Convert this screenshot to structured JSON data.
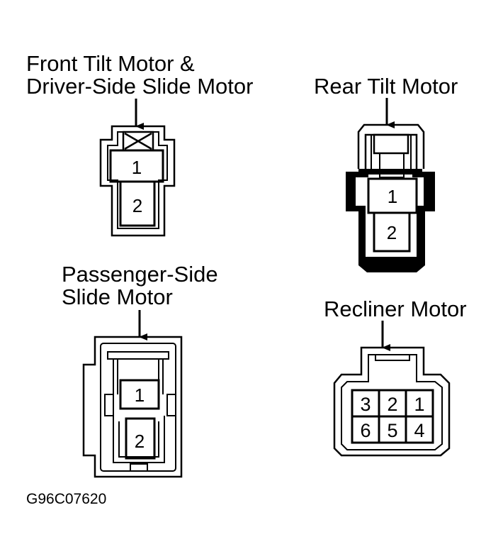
{
  "connectors": {
    "front_tilt": {
      "label_line1": "Front Tilt Motor &",
      "label_line2": "Driver-Side Slide Motor",
      "pins": [
        "1",
        "2"
      ]
    },
    "rear_tilt": {
      "label": "Rear Tilt Motor",
      "pins": [
        "1",
        "2"
      ]
    },
    "passenger_slide": {
      "label_line1": "Passenger-Side",
      "label_line2": "Slide Motor",
      "pins": [
        "1",
        "2"
      ]
    },
    "recliner": {
      "label": "Recliner Motor",
      "pins_top": [
        "3",
        "2",
        "1"
      ],
      "pins_bottom": [
        "6",
        "5",
        "4"
      ]
    }
  },
  "figure_code": "G96C07620"
}
